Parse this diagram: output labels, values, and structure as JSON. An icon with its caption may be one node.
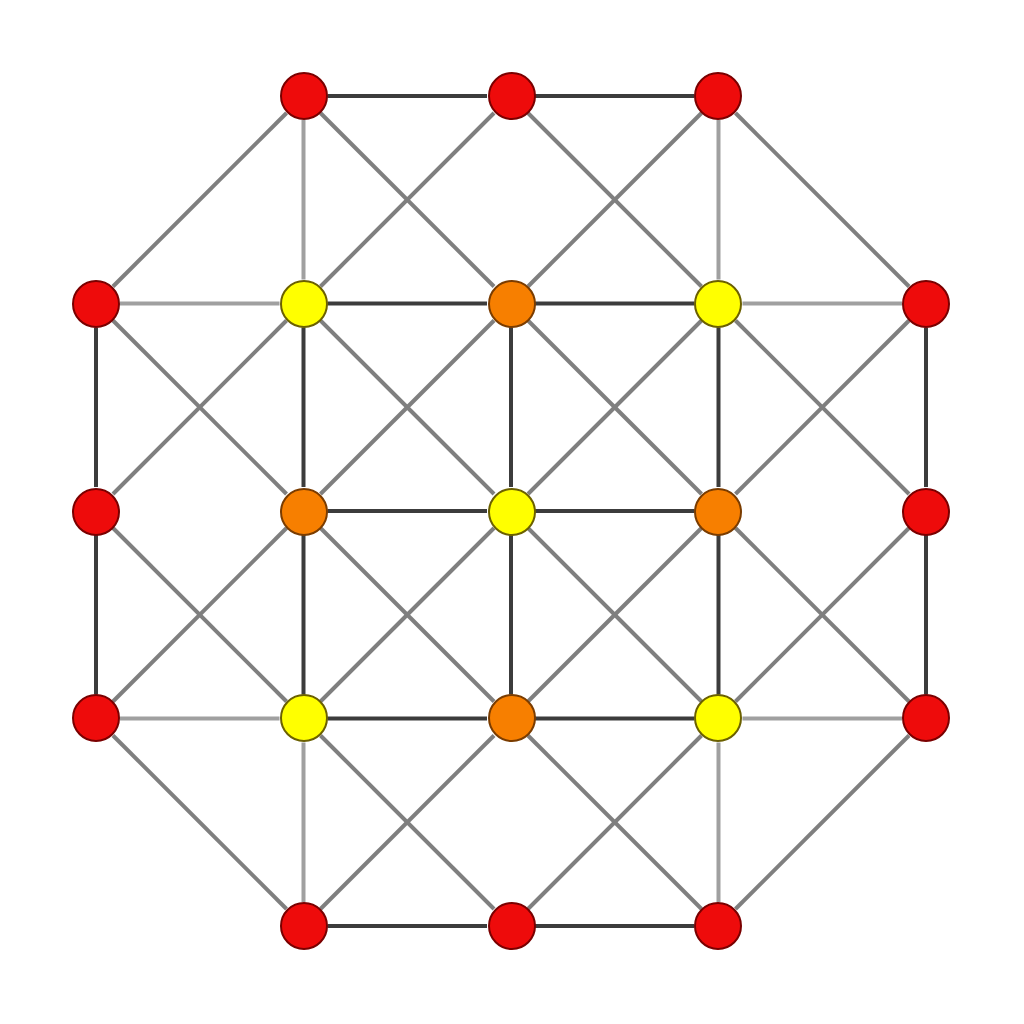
{
  "diagram": {
    "nodes": [
      {
        "text": [],
        "shape": "circle"
      },
      {
        "text": [],
        "shape": "circle"
      },
      {
        "text": [],
        "shape": "circle"
      },
      {
        "text": [],
        "shape": "circle"
      },
      {
        "text": [],
        "shape": "circle"
      },
      {
        "text": [],
        "shape": "circle"
      },
      {
        "text": [],
        "shape": "circle"
      },
      {
        "text": [],
        "shape": "circle"
      },
      {
        "text": [],
        "shape": "circle"
      },
      {
        "text": [],
        "shape": "circle"
      },
      {
        "text": [],
        "shape": "circle"
      },
      {
        "text": [],
        "shape": "circle"
      },
      {
        "text": [],
        "shape": "circle"
      },
      {
        "text": [],
        "shape": "circle"
      },
      {
        "text": [],
        "shape": "circle"
      },
      {
        "text": [],
        "shape": "circle"
      },
      {
        "text": [],
        "shape": "circle"
      },
      {
        "text": [],
        "shape": "circle"
      },
      {
        "text": [],
        "shape": "circle"
      },
      {
        "text": [],
        "shape": "circle"
      },
      {
        "text": [],
        "shape": "circle"
      }
    ],
    "edges": [
      {
        "from": 0,
        "to": 1,
        "arrow": "none",
        "color": "#3c3c3c"
      },
      {
        "from": 1,
        "to": 2,
        "arrow": "none",
        "color": "#3c3c3c"
      },
      {
        "from": 3,
        "to": 8,
        "arrow": "none",
        "color": "#3c3c3c"
      },
      {
        "from": 8,
        "to": 13,
        "arrow": "none",
        "color": "#3c3c3c"
      },
      {
        "from": 7,
        "to": 12,
        "arrow": "none",
        "color": "#3c3c3c"
      },
      {
        "from": 12,
        "to": 17,
        "arrow": "none",
        "color": "#3c3c3c"
      },
      {
        "from": 18,
        "to": 19,
        "arrow": "none",
        "color": "#3c3c3c"
      },
      {
        "from": 19,
        "to": 20,
        "arrow": "none",
        "color": "#3c3c3c"
      },
      {
        "from": 4,
        "to": 5,
        "arrow": "none",
        "color": "#3c3c3c"
      },
      {
        "from": 5,
        "to": 6,
        "arrow": "none",
        "color": "#3c3c3c"
      },
      {
        "from": 9,
        "to": 10,
        "arrow": "none",
        "color": "#3c3c3c"
      },
      {
        "from": 10,
        "to": 11,
        "arrow": "none",
        "color": "#3c3c3c"
      },
      {
        "from": 14,
        "to": 15,
        "arrow": "none",
        "color": "#3c3c3c"
      },
      {
        "from": 15,
        "to": 16,
        "arrow": "none",
        "color": "#3c3c3c"
      },
      {
        "from": 4,
        "to": 9,
        "arrow": "none",
        "color": "#3c3c3c"
      },
      {
        "from": 9,
        "to": 14,
        "arrow": "none",
        "color": "#3c3c3c"
      },
      {
        "from": 5,
        "to": 10,
        "arrow": "none",
        "color": "#3c3c3c"
      },
      {
        "from": 10,
        "to": 15,
        "arrow": "none",
        "color": "#3c3c3c"
      },
      {
        "from": 6,
        "to": 11,
        "arrow": "none",
        "color": "#3c3c3c"
      },
      {
        "from": 11,
        "to": 16,
        "arrow": "none",
        "color": "#3c3c3c"
      },
      {
        "from": 0,
        "to": 4,
        "arrow": "none",
        "color": "#a0a0a0"
      },
      {
        "from": 2,
        "to": 6,
        "arrow": "none",
        "color": "#a0a0a0"
      },
      {
        "from": 3,
        "to": 4,
        "arrow": "none",
        "color": "#a0a0a0"
      },
      {
        "from": 6,
        "to": 7,
        "arrow": "none",
        "color": "#a0a0a0"
      },
      {
        "from": 13,
        "to": 14,
        "arrow": "none",
        "color": "#a0a0a0"
      },
      {
        "from": 16,
        "to": 17,
        "arrow": "none",
        "color": "#a0a0a0"
      },
      {
        "from": 14,
        "to": 18,
        "arrow": "none",
        "color": "#a0a0a0"
      },
      {
        "from": 16,
        "to": 20,
        "arrow": "none",
        "color": "#a0a0a0"
      },
      {
        "from": 0,
        "to": 3,
        "arrow": "none"
      },
      {
        "from": 2,
        "to": 7,
        "arrow": "none"
      },
      {
        "from": 13,
        "to": 18,
        "arrow": "none"
      },
      {
        "from": 17,
        "to": 20,
        "arrow": "none"
      },
      {
        "from": 0,
        "to": 5,
        "arrow": "none"
      },
      {
        "from": 1,
        "to": 4,
        "arrow": "none"
      },
      {
        "from": 1,
        "to": 6,
        "arrow": "none"
      },
      {
        "from": 2,
        "to": 5,
        "arrow": "none"
      },
      {
        "from": 3,
        "to": 9,
        "arrow": "none"
      },
      {
        "from": 4,
        "to": 8,
        "arrow": "none"
      },
      {
        "from": 4,
        "to": 10,
        "arrow": "none"
      },
      {
        "from": 5,
        "to": 9,
        "arrow": "none"
      },
      {
        "from": 5,
        "to": 11,
        "arrow": "none"
      },
      {
        "from": 6,
        "to": 10,
        "arrow": "none"
      },
      {
        "from": 6,
        "to": 12,
        "arrow": "none"
      },
      {
        "from": 7,
        "to": 11,
        "arrow": "none"
      },
      {
        "from": 8,
        "to": 14,
        "arrow": "none"
      },
      {
        "from": 9,
        "to": 13,
        "arrow": "none"
      },
      {
        "from": 9,
        "to": 15,
        "arrow": "none"
      },
      {
        "from": 10,
        "to": 14,
        "arrow": "none"
      },
      {
        "from": 10,
        "to": 16,
        "arrow": "none"
      },
      {
        "from": 11,
        "to": 15,
        "arrow": "none"
      },
      {
        "from": 11,
        "to": 17,
        "arrow": "none"
      },
      {
        "from": 12,
        "to": 16,
        "arrow": "none"
      },
      {
        "from": 14,
        "to": 19,
        "arrow": "none"
      },
      {
        "from": 15,
        "to": 18,
        "arrow": "none"
      },
      {
        "from": 15,
        "to": 20,
        "arrow": "none"
      },
      {
        "from": 16,
        "to": 19,
        "arrow": "none"
      }
    ]
  }
}
